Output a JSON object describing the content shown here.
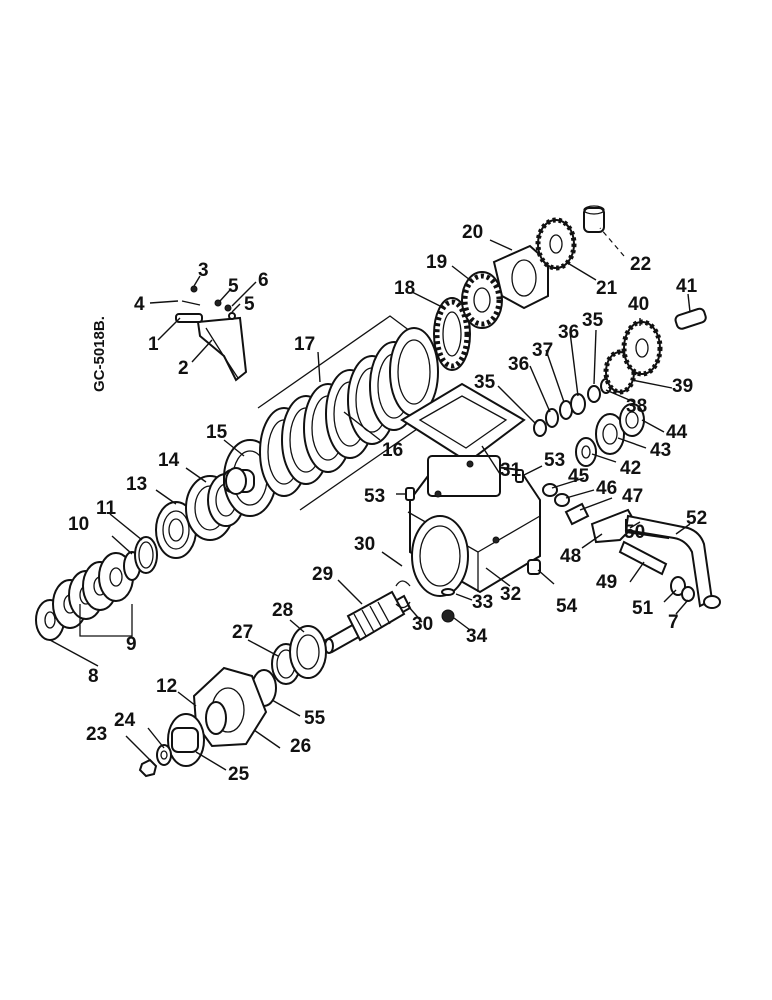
{
  "diagram": {
    "drawing_code": "GC-5018B.",
    "callouts": [
      {
        "id": "c1",
        "text": "1"
      },
      {
        "id": "c2",
        "text": "2"
      },
      {
        "id": "c3",
        "text": "3"
      },
      {
        "id": "c4",
        "text": "4"
      },
      {
        "id": "c5a",
        "text": "5"
      },
      {
        "id": "c5b",
        "text": "5"
      },
      {
        "id": "c6",
        "text": "6"
      },
      {
        "id": "c7",
        "text": "7"
      },
      {
        "id": "c8",
        "text": "8"
      },
      {
        "id": "c9",
        "text": "9"
      },
      {
        "id": "c10",
        "text": "10"
      },
      {
        "id": "c11",
        "text": "11"
      },
      {
        "id": "c12",
        "text": "12"
      },
      {
        "id": "c13",
        "text": "13"
      },
      {
        "id": "c14",
        "text": "14"
      },
      {
        "id": "c15",
        "text": "15"
      },
      {
        "id": "c16",
        "text": "16"
      },
      {
        "id": "c17",
        "text": "17"
      },
      {
        "id": "c18",
        "text": "18"
      },
      {
        "id": "c19",
        "text": "19"
      },
      {
        "id": "c20",
        "text": "20"
      },
      {
        "id": "c21",
        "text": "21"
      },
      {
        "id": "c22",
        "text": "22"
      },
      {
        "id": "c23",
        "text": "23"
      },
      {
        "id": "c24",
        "text": "24"
      },
      {
        "id": "c25",
        "text": "25"
      },
      {
        "id": "c26",
        "text": "26"
      },
      {
        "id": "c27",
        "text": "27"
      },
      {
        "id": "c28",
        "text": "28"
      },
      {
        "id": "c29",
        "text": "29"
      },
      {
        "id": "c30a",
        "text": "30"
      },
      {
        "id": "c30b",
        "text": "30"
      },
      {
        "id": "c31",
        "text": "31"
      },
      {
        "id": "c32",
        "text": "32"
      },
      {
        "id": "c33",
        "text": "33"
      },
      {
        "id": "c34",
        "text": "34"
      },
      {
        "id": "c35a",
        "text": "35"
      },
      {
        "id": "c35b",
        "text": "35"
      },
      {
        "id": "c36a",
        "text": "36"
      },
      {
        "id": "c36b",
        "text": "36"
      },
      {
        "id": "c37",
        "text": "37"
      },
      {
        "id": "c38",
        "text": "38"
      },
      {
        "id": "c39",
        "text": "39"
      },
      {
        "id": "c40",
        "text": "40"
      },
      {
        "id": "c41",
        "text": "41"
      },
      {
        "id": "c42",
        "text": "42"
      },
      {
        "id": "c43",
        "text": "43"
      },
      {
        "id": "c44",
        "text": "44"
      },
      {
        "id": "c45",
        "text": "45"
      },
      {
        "id": "c46",
        "text": "46"
      },
      {
        "id": "c47",
        "text": "47"
      },
      {
        "id": "c48",
        "text": "48"
      },
      {
        "id": "c49",
        "text": "49"
      },
      {
        "id": "c50",
        "text": "50"
      },
      {
        "id": "c51",
        "text": "51"
      },
      {
        "id": "c52",
        "text": "52"
      },
      {
        "id": "c53a",
        "text": "53"
      },
      {
        "id": "c53b",
        "text": "53"
      },
      {
        "id": "c54",
        "text": "54"
      },
      {
        "id": "c55",
        "text": "55"
      }
    ]
  }
}
